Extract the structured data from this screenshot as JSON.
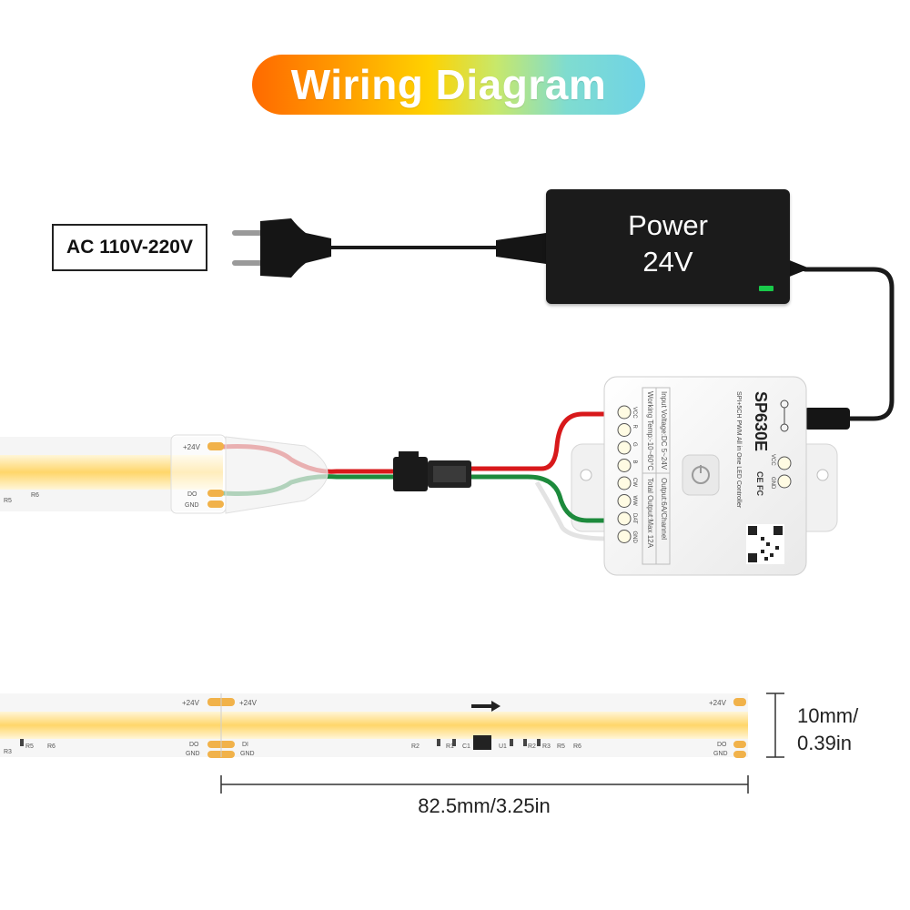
{
  "title": "Wiring Diagram",
  "input_label": "AC 110V-220V",
  "power_supply": {
    "line1": "Power",
    "line2": "24V"
  },
  "controller": {
    "model": "SP630E",
    "subtitle": "SPI+5CH PWM All in One LED Controller",
    "spec_input": "Input Voltage:DC 5~24V",
    "spec_temp": "Working Temp:-10~60°C",
    "spec_output": "Output:6A/Channel",
    "spec_total": "Total Output:Max 12A",
    "pins": [
      "VCC",
      "R",
      "G",
      "B",
      "CW",
      "WW",
      "DAT",
      "GND"
    ],
    "power_pins": [
      "VCC",
      "GND"
    ],
    "cert": "CE FC"
  },
  "strip_top": {
    "pad_plus": "+24V",
    "pad_do": "DO",
    "pad_gnd": "GND",
    "r5": "R5",
    "r6": "R6"
  },
  "strip_bottom": {
    "pad_plus_a": "+24V",
    "pad_plus_b": "+24V",
    "pad_plus_c": "+24V",
    "do_a": "DO",
    "gnd_a": "GND",
    "di": "DI",
    "gnd_b": "GND",
    "do_c": "DO",
    "gnd_c": "GND",
    "r3": "R3",
    "r5": "R5",
    "r6": "R6",
    "r2": "R2",
    "r1": "R1",
    "c1": "C1",
    "u1": "U1",
    "r2b": "R2",
    "r3b": "R3",
    "r5b": "R5",
    "r6b": "R6"
  },
  "dimensions": {
    "height_mm": "10mm/",
    "height_in": "0.39in",
    "length": "82.5mm/3.25in"
  },
  "colors": {
    "red_wire": "#d8191b",
    "green_wire": "#1d8a3c",
    "white_wire": "#e3e3e3",
    "cable": "#1a1a1a",
    "led_yellow": "#ffd66a",
    "pad_gold": "#f1b24a"
  }
}
